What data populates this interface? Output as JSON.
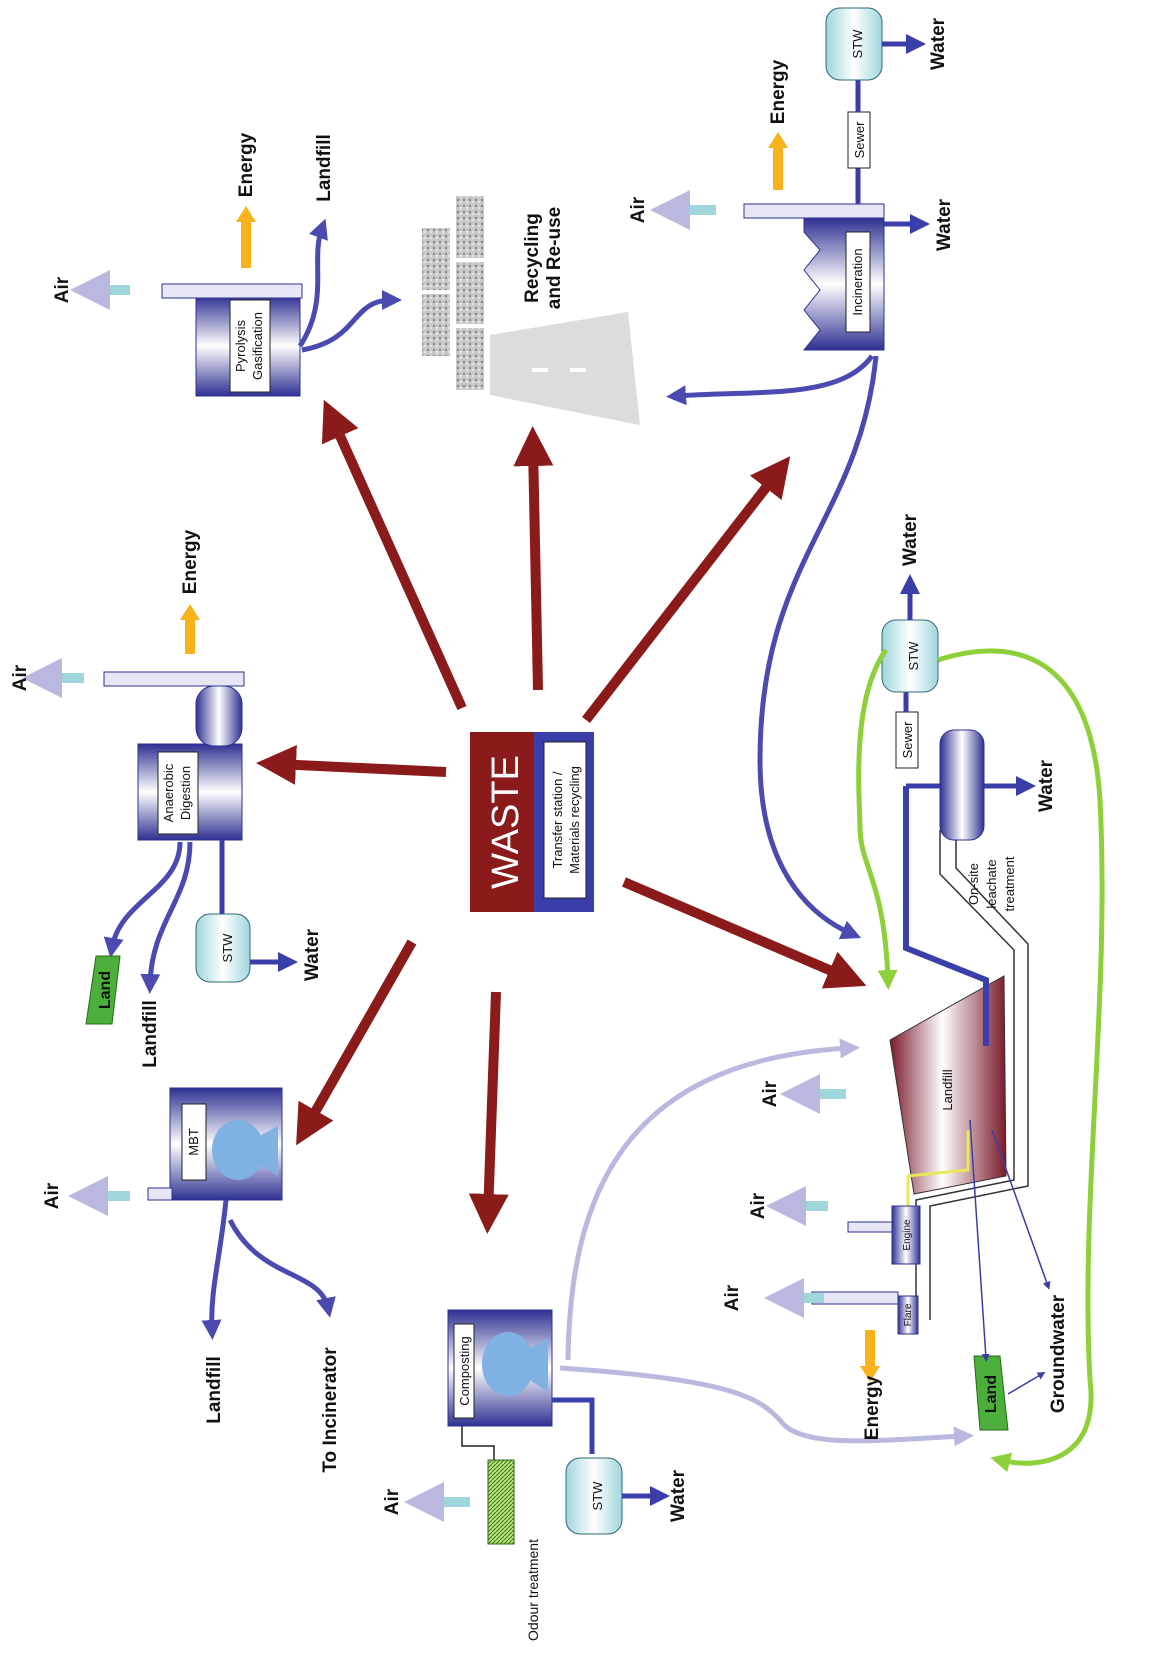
{
  "waste": {
    "title": "WASTE",
    "subtitle_line1": "Transfer station /",
    "subtitle_line2": "Materials recycling"
  },
  "labels": {
    "air": "Air",
    "energy": "Energy",
    "water": "Water",
    "landfill": "Landfill",
    "land": "Land",
    "stw": "STW",
    "sewer": "Sewer",
    "groundwater": "Groundwater",
    "to_incinerator": "To Incinerator",
    "odour_treatment": "Odour treatment",
    "recycling_line1": "Recycling",
    "recycling_line2": "and Re-use",
    "onsite_line1": "On-site",
    "onsite_line2": "leachate",
    "onsite_line3": "treatment",
    "engine": "Engine",
    "flare": "Flare"
  },
  "processes": {
    "pyrolysis_line1": "Pyrolysis",
    "pyrolysis_line2": "Gasification",
    "incineration": "Incineration",
    "anaerobic_line1": "Anaerobic",
    "anaerobic_line2": "Digestion",
    "mbt": "MBT",
    "composting": "Composting",
    "landfill": "Landfill"
  },
  "colors": {
    "waste_red": "#8b1a1a",
    "process_blue": "#3a3ea8",
    "air_cyan": "#9fd6dc",
    "energy_yellow": "#f7b21c",
    "flow_purple": "#4a4ab0",
    "light_purple": "#b9b9e0",
    "green_line": "#8ed03a",
    "land_green": "#4caf3c"
  }
}
